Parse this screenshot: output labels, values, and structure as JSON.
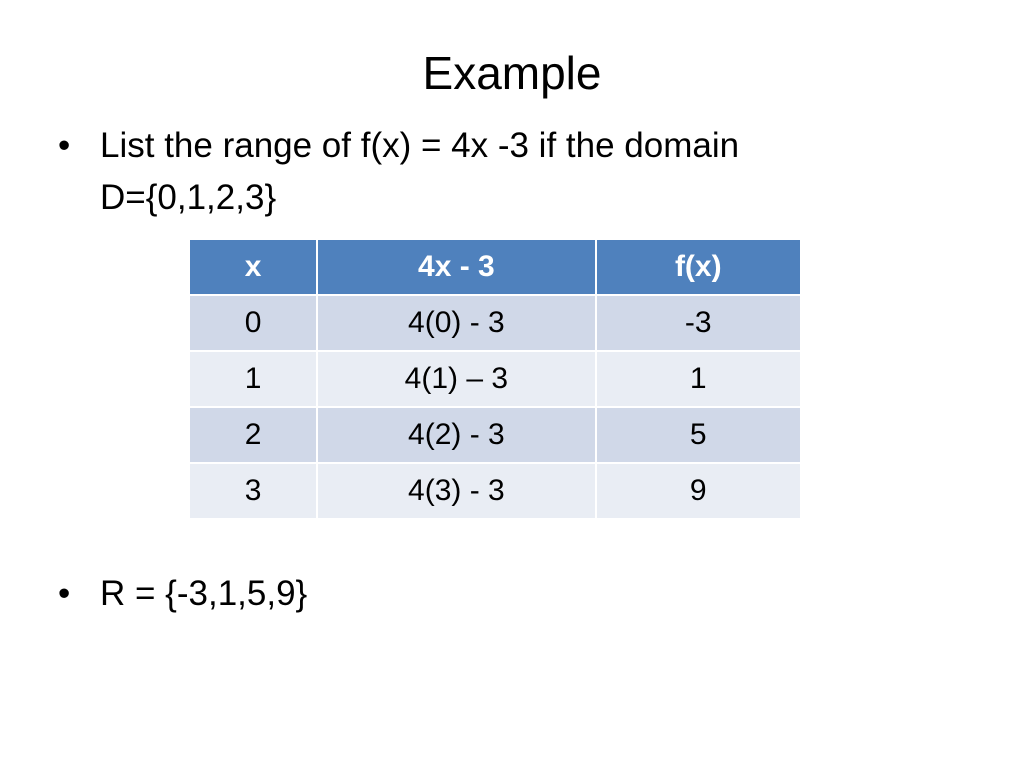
{
  "title": "Example",
  "bullet_char": "•",
  "bullets": [
    {
      "lines": [
        "List the range of  f(x) = 4x -3 if the domain",
        "D={0,1,2,3}"
      ]
    },
    {
      "lines": [
        "R = {-3,1,5,9}"
      ]
    }
  ],
  "table": {
    "headers": [
      "x",
      "4x - 3",
      "f(x)"
    ],
    "rows": [
      [
        "0",
        "4(0) - 3",
        "-3"
      ],
      [
        "1",
        "4(1) – 3",
        "1"
      ],
      [
        "2",
        "4(2) - 3",
        "5"
      ],
      [
        "3",
        "4(3) - 3",
        "9"
      ]
    ],
    "colors": {
      "header_bg": "#4f81bd",
      "row_odd_bg": "#d0d8e8",
      "row_even_bg": "#e9edf4"
    }
  }
}
